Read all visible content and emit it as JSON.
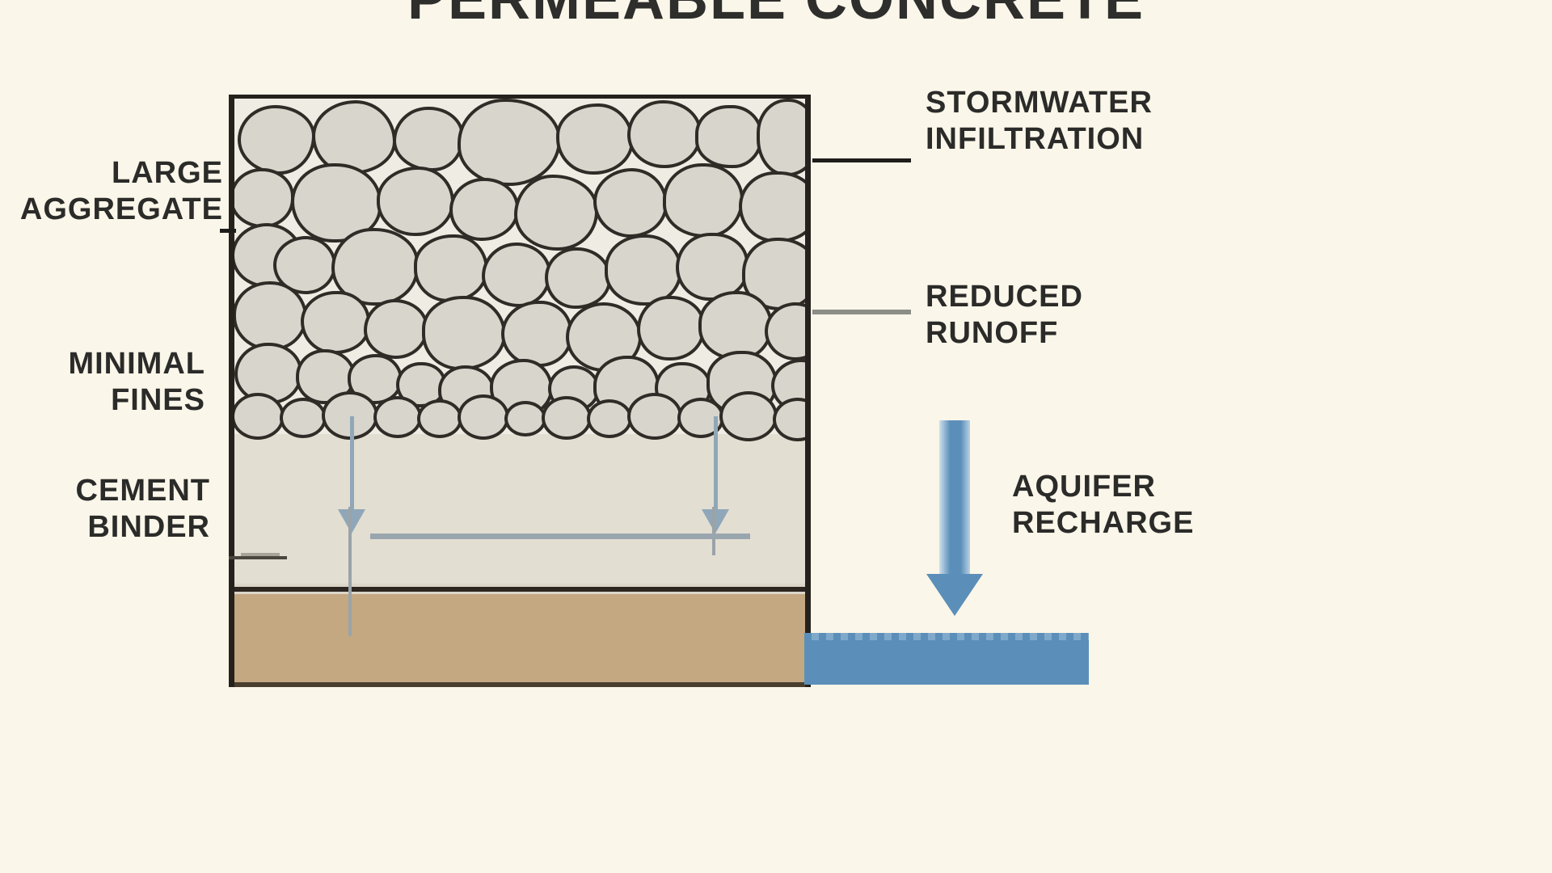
{
  "title": "PERMEABLE CONCRETE",
  "labels": {
    "left": [
      {
        "id": "large-aggregate",
        "line1": "LARGE",
        "line2": "AGGREGATE"
      },
      {
        "id": "minimal-fines",
        "line1": "MINIMAL",
        "line2": "FINES"
      },
      {
        "id": "cement-binder",
        "line1": "CEMENT",
        "line2": "BINDER"
      }
    ],
    "right": [
      {
        "id": "stormwater-infiltration",
        "line1": "STORMWATER",
        "line2": "INFILTRATION"
      },
      {
        "id": "reduced-runoff",
        "line1": "REDUCED",
        "line2": "RUNOFF"
      },
      {
        "id": "aquifer-recharge",
        "line1": "AQUIFER",
        "line2": "RECHARGE"
      }
    ]
  },
  "colors": {
    "background": "#faf6e9",
    "text": "#2b2b29",
    "outline": "#25211c",
    "aggregate_fill": "#d8d5cc",
    "aggregate_zone": "#efece4",
    "subbase": "#e3ded2",
    "soil": "#c4a882",
    "water": "#5b8fb9",
    "arrow_small": "#8fa7b8",
    "leader_gray": "#8d8d88"
  },
  "diagram": {
    "type": "cross-section",
    "layers": [
      {
        "name": "large-aggregate-zone",
        "label": "LARGE AGGREGATE"
      },
      {
        "name": "minimal-fines-zone",
        "label": "MINIMAL FINES"
      },
      {
        "name": "cement-binder-zone",
        "label": "CEMENT BINDER"
      },
      {
        "name": "soil-subgrade",
        "label": ""
      },
      {
        "name": "aquifer-water",
        "label": "AQUIFER RECHARGE"
      }
    ],
    "flows": [
      {
        "name": "stormwater-infiltration",
        "direction": "down"
      },
      {
        "name": "reduced-runoff",
        "direction": "down"
      },
      {
        "name": "aquifer-recharge",
        "direction": "down"
      }
    ]
  }
}
